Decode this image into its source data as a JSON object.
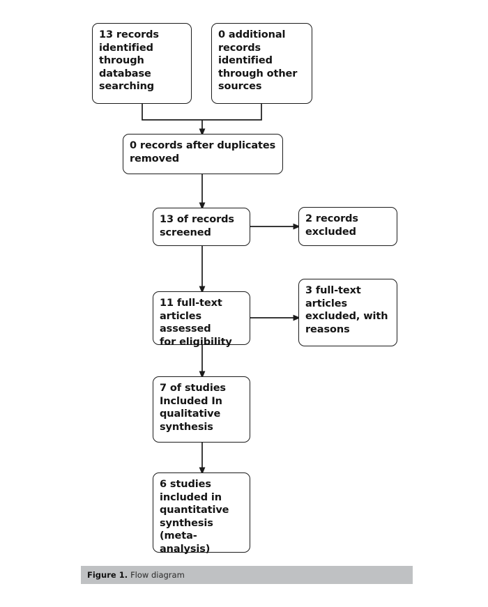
{
  "figure": {
    "caption_label": "Figure 1.",
    "caption_text": "Flow diagram",
    "caption_bar_color": "#bfc1c3"
  },
  "diagram": {
    "type": "prisma-flow-diagram",
    "line_color": "#1b1b1b",
    "box_fill": "#ffffff",
    "boxes": [
      {
        "id": "records-database",
        "text": "13 records\nidentified\nthrough\ndatabase\nsearching",
        "count": 13
      },
      {
        "id": "records-other-sources",
        "text": "0 additional\nrecords\nidentified\nthrough other\nsources",
        "count": 0
      },
      {
        "id": "records-after-duplicates",
        "text": "0 records after duplicates\nremoved",
        "count": 0
      },
      {
        "id": "records-screened",
        "text": "13 of records\nscreened",
        "count": 13
      },
      {
        "id": "records-excluded",
        "text": "2 records\nexcluded",
        "count": 2
      },
      {
        "id": "fulltext-assessed",
        "text": "11 full-text\narticles assessed\nfor eligibility",
        "count": 11
      },
      {
        "id": "fulltext-excluded",
        "text": "3 full-text\narticles\nexcluded, with\nreasons",
        "count": 3
      },
      {
        "id": "studies-qualitative",
        "text": "7 of studies\nIncluded In\nqualitative\nsynthesis",
        "count": 7
      },
      {
        "id": "studies-quantitative",
        "text": "6 studies\nincluded in\nquantitative\nsynthesis\n(meta-analysis)",
        "count": 6
      }
    ]
  }
}
